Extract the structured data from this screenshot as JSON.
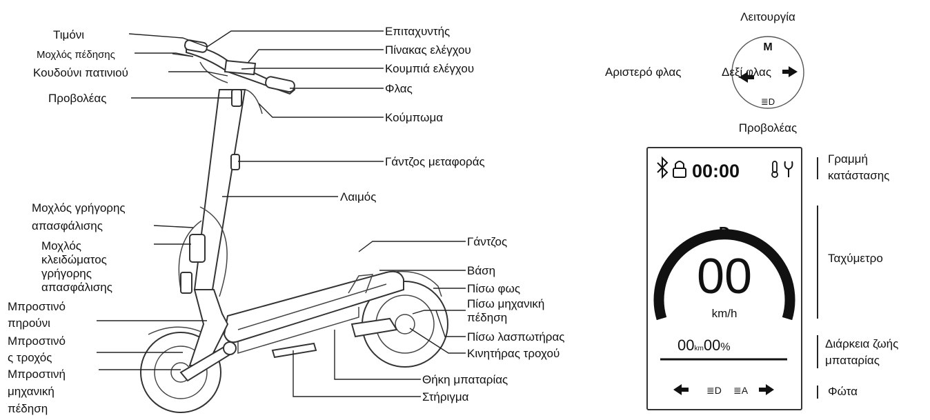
{
  "scooter_labels": {
    "left": {
      "handlebar": "Τιμόνι",
      "brake_lever": "Μοχλός πέδησης",
      "bell": "Κουδούνι πατινιού",
      "headlight": "Προβολέας",
      "quick_release_lever_1": "Μοχλός γρήγορης",
      "quick_release_lever_2": "απασφάλισης",
      "qr_lock_lever_1": "Μοχλός",
      "qr_lock_lever_2": "κλειδώματος",
      "qr_lock_lever_3": "γρήγορης",
      "qr_lock_lever_4": "απασφάλισης",
      "front_fork_1": "Μπροστινό",
      "front_fork_2": "πηρούνι",
      "front_wheel_1": "Μπροστινό",
      "front_wheel_2": "ς τροχός",
      "front_brake_1": "Μπροστινή",
      "front_brake_2": "μηχανική",
      "front_brake_3": "πέδηση"
    },
    "right": {
      "accelerator": "Επιταχυντής",
      "control_panel": "Πίνακας ελέγχου",
      "control_buttons": "Κουμπιά ελέγχου",
      "turn_signal": "Φλας",
      "clasp": "Κούμπωμα",
      "carry_hook": "Γάντζος μεταφοράς",
      "neck": "Λαιμός",
      "hook": "Γάντζος",
      "deck": "Βάση",
      "rear_light": "Πίσω φως",
      "rear_brake_1": "Πίσω μηχανική",
      "rear_brake_2": "πέδηση",
      "rear_fender": "Πίσω λασπωτήρας",
      "hub_motor": "Κινητήρας τροχού",
      "battery_case": "Θήκη μπαταρίας",
      "kickstand": "Στήριγμα"
    }
  },
  "buttons_diagram": {
    "mode_label": "Λειτουργία",
    "mode_key": "M",
    "left_signal_label": "Αριστερό φλας",
    "right_signal_label": "Δεξί φλας",
    "headlight_label": "Προβολέας",
    "headlight_key": "≣D"
  },
  "display": {
    "status_time": "00:00",
    "gear": "D",
    "speed": "00",
    "speed_unit": "km/h",
    "distance_value": "00",
    "distance_unit": "km",
    "battery_value": "00",
    "battery_unit": "%",
    "light_low_icon_text": "≣D",
    "light_auto_icon_text": "≣A"
  },
  "display_labels": {
    "status_bar_1": "Γραμμή",
    "status_bar_2": "κατάστασης",
    "speedometer": "Ταχύμετρο",
    "battery_life_1": "Διάρκεια ζωής",
    "battery_life_2": "μπαταρίας",
    "lights": "Φώτα"
  }
}
